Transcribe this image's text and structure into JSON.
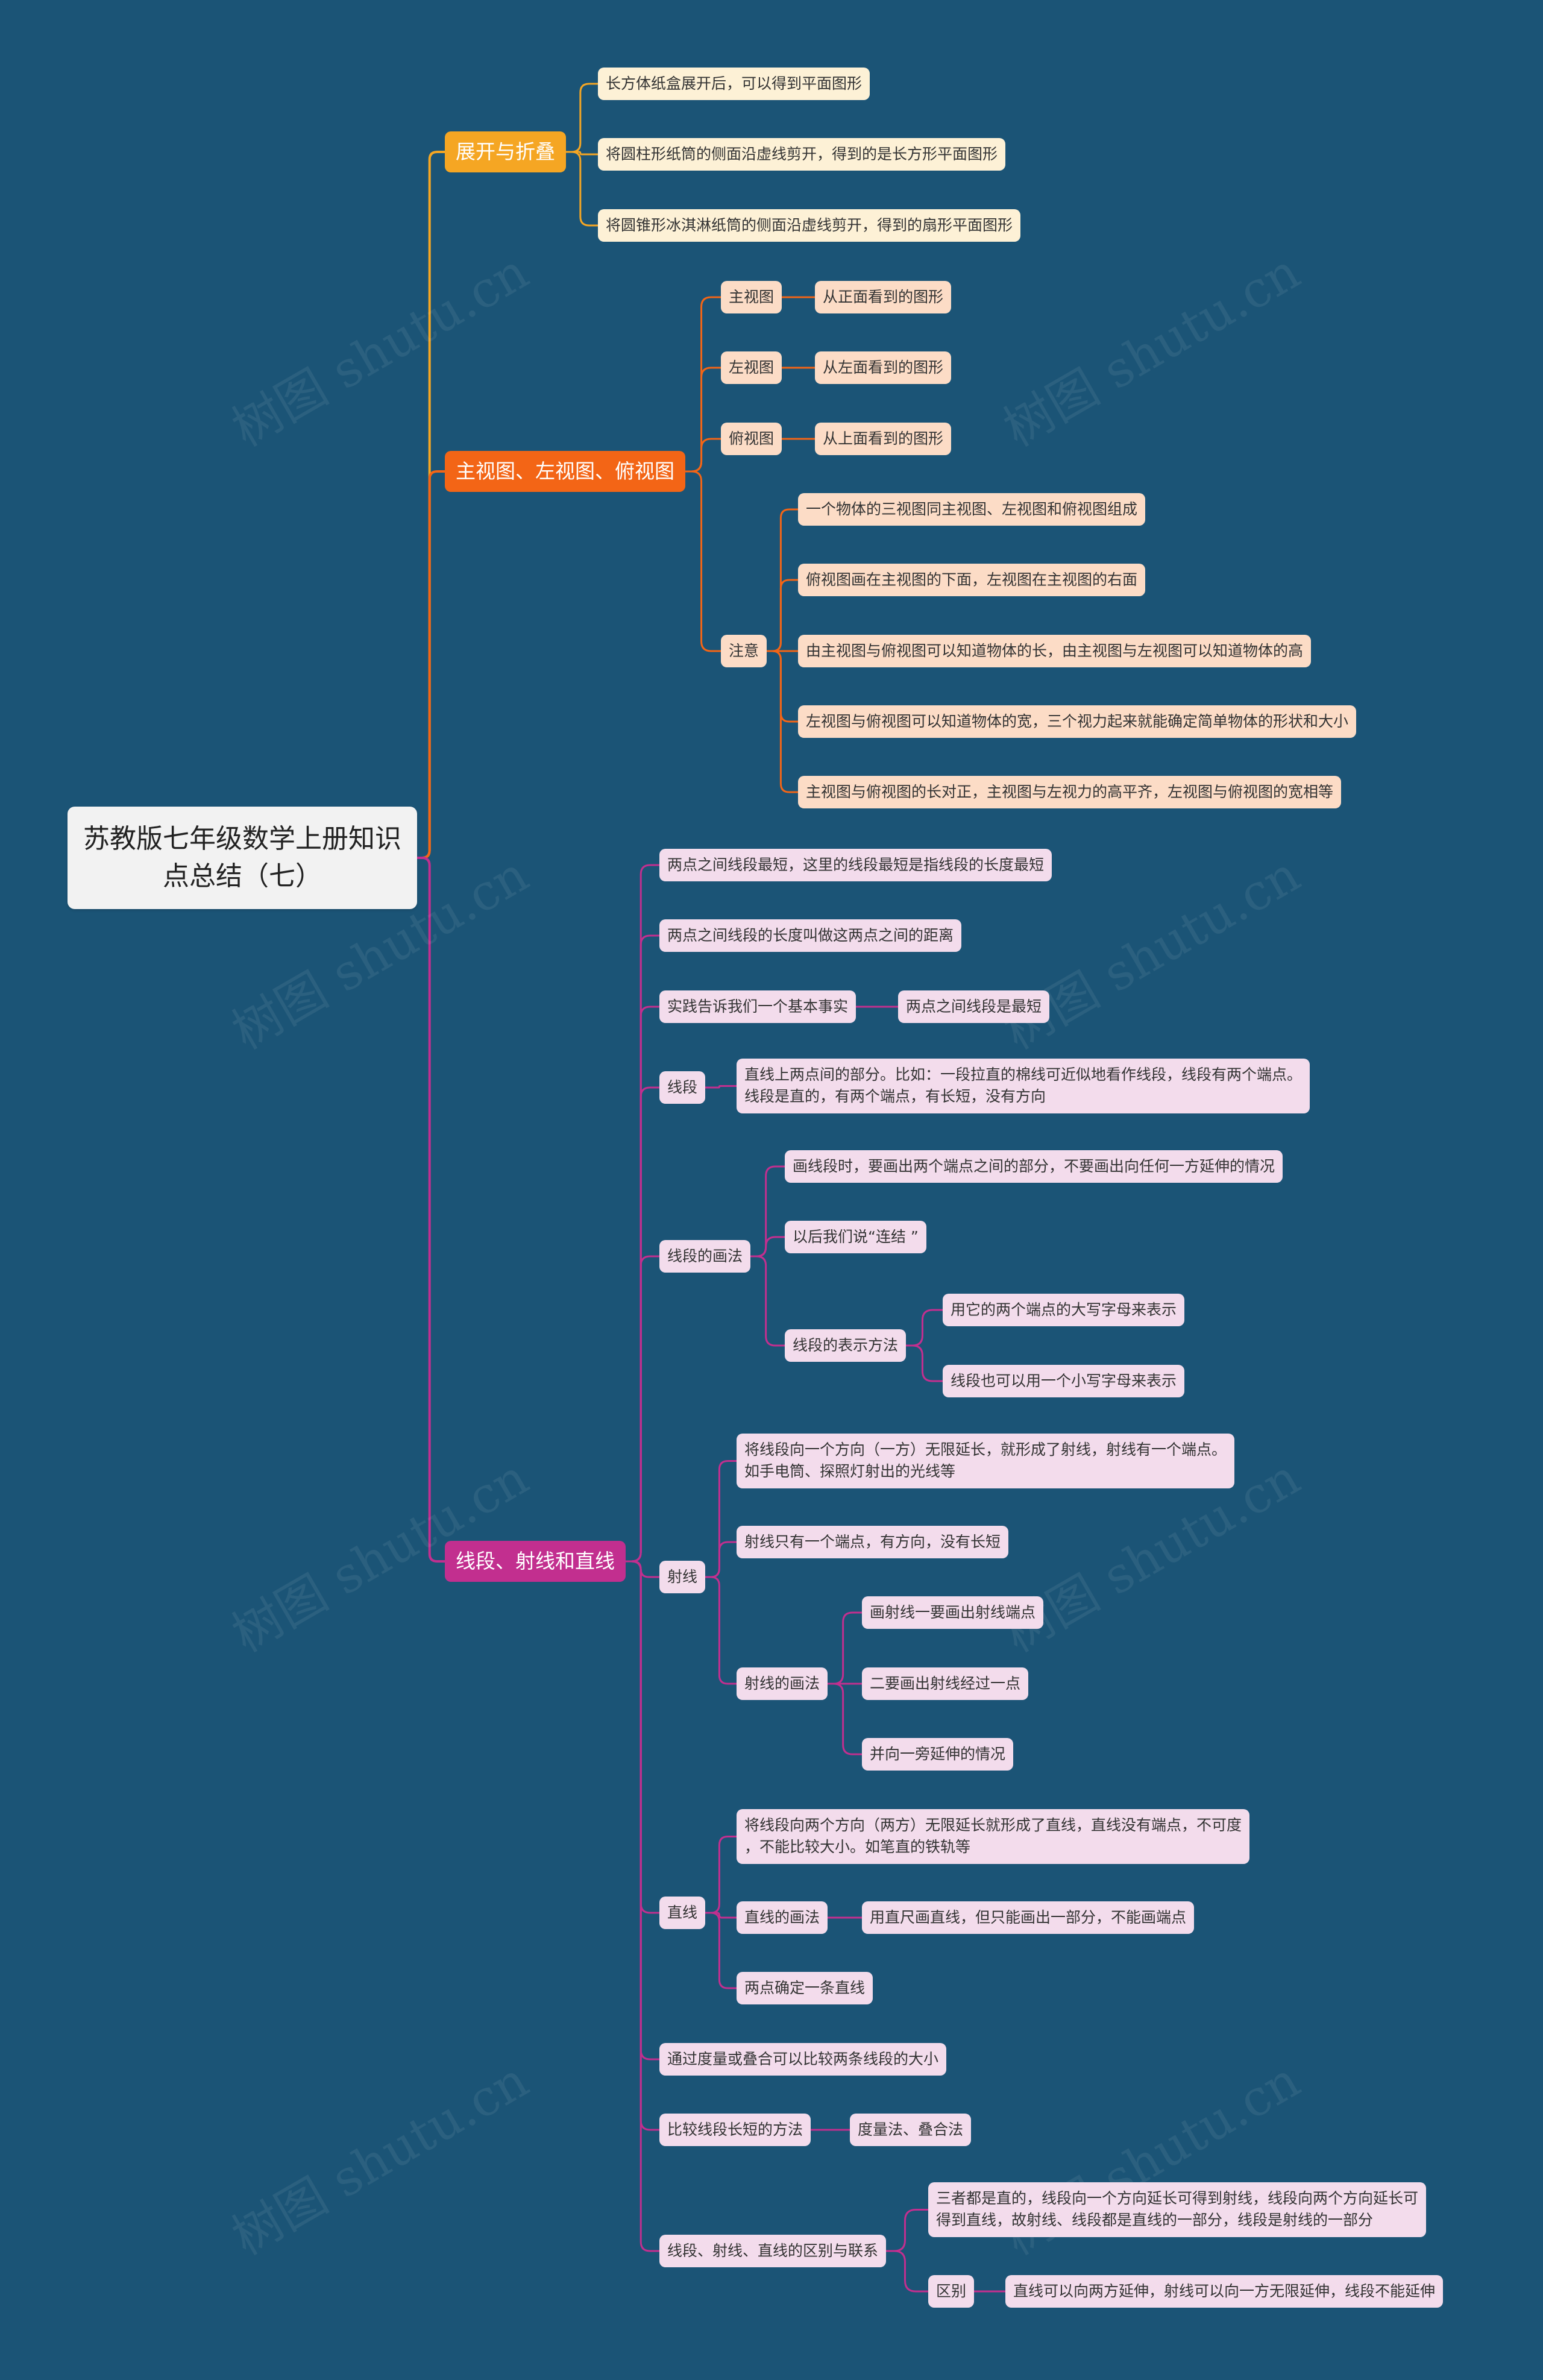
{
  "title": "苏教版七年级数学上册知识点总结（七）",
  "watermark": "树图 shutu.cn",
  "colors": {
    "background": "#1b5476",
    "branch_fold": "#f5a623",
    "branch_views": "#f36516",
    "branch_lines": "#c22f8f",
    "node_fold": "#fdf1d6",
    "node_views": "#fcdcc6",
    "node_lines": "#f3dcec",
    "root": "#f2f2f2"
  },
  "branches": {
    "fold": {
      "label": "展开与折叠",
      "items": [
        "长方体纸盒展开后，可以得到平面图形",
        "将圆柱形纸筒的侧面沿虚线剪开，得到的是长方形平面图形",
        "将圆锥形冰淇淋纸筒的侧面沿虚线剪开，得到的扇形平面图形"
      ]
    },
    "views": {
      "label": "主视图、左视图、俯视图",
      "main_view": "主视图",
      "main_view_desc": "从正面看到的图形",
      "left_view": "左视图",
      "left_view_desc": "从左面看到的图形",
      "top_view": "俯视图",
      "top_view_desc": "从上面看到的图形",
      "notes_label": "注意",
      "notes": [
        "一个物体的三视图同主视图、左视图和俯视图组成",
        "俯视图画在主视图的下面，左视图在主视图的右面",
        "由主视图与俯视图可以知道物体的长，由主视图与左视图可以知道物体的高",
        "左视图与俯视图可以知道物体的宽，三个视力起来就能确定简单物体的形状和大小",
        "主视图与俯视图的长对正，主视图与左视力的高平齐，左视图与俯视图的宽相等"
      ]
    },
    "lines": {
      "label": "线段、射线和直线",
      "shortest": "两点之间线段最短，这里的线段最短是指线段的长度最短",
      "distance": "两点之间线段的长度叫做这两点之间的距离",
      "fact": "实践告诉我们一个基本事实",
      "fact_content": "两点之间线段是最短",
      "segment": "线段",
      "segment_def": "直线上两点间的部分。比如：一段拉直的棉线可近似地看作线段，线段有两个端点。\n线段是直的，有两个端点，有长短，没有方向",
      "segment_draw": "线段的画法",
      "segment_draw_1": "画线段时，要画出两个端点之间的部分，不要画出向任何一方延伸的情况",
      "segment_draw_2": "以后我们说“连结 ”",
      "segment_notation": "线段的表示方法",
      "segment_notation_1": "用它的两个端点的大写字母来表示",
      "segment_notation_2": "线段也可以用一个小写字母来表示",
      "ray": "射线",
      "ray_def": "将线段向一个方向（一方）无限延长，就形成了射线，射线有一个端点。\n如手电筒、探照灯射出的光线等",
      "ray_prop": "射线只有一个端点，有方向，没有长短",
      "ray_draw": "射线的画法",
      "ray_draw_1": "画射线一要画出射线端点",
      "ray_draw_2": "二要画出射线经过一点",
      "ray_draw_3": "并向一旁延伸的情况",
      "line": "直线",
      "line_def": "将线段向两个方向（两方）无限延长就形成了直线，直线没有端点，不可度\n，不能比较大小。如笔直的铁轨等",
      "line_draw": "直线的画法",
      "line_draw_content": "用直尺画直线，但只能画出一部分，不能画端点",
      "line_two_points": "两点确定一条直线",
      "compare_measure": "通过度量或叠合可以比较两条线段的大小",
      "compare_methods": "比较线段长短的方法",
      "compare_methods_content": "度量法、叠合法",
      "relation": "线段、射线、直线的区别与联系",
      "relation_1": "三者都是直的，线段向一个方向延长可得到射线，线段向两个方向延长可\n得到直线，故射线、线段都是直线的一部分，线段是射线的一部分",
      "difference": "区别",
      "difference_content": "直线可以向两方延伸，射线可以向一方无限延伸，线段不能延伸"
    }
  }
}
